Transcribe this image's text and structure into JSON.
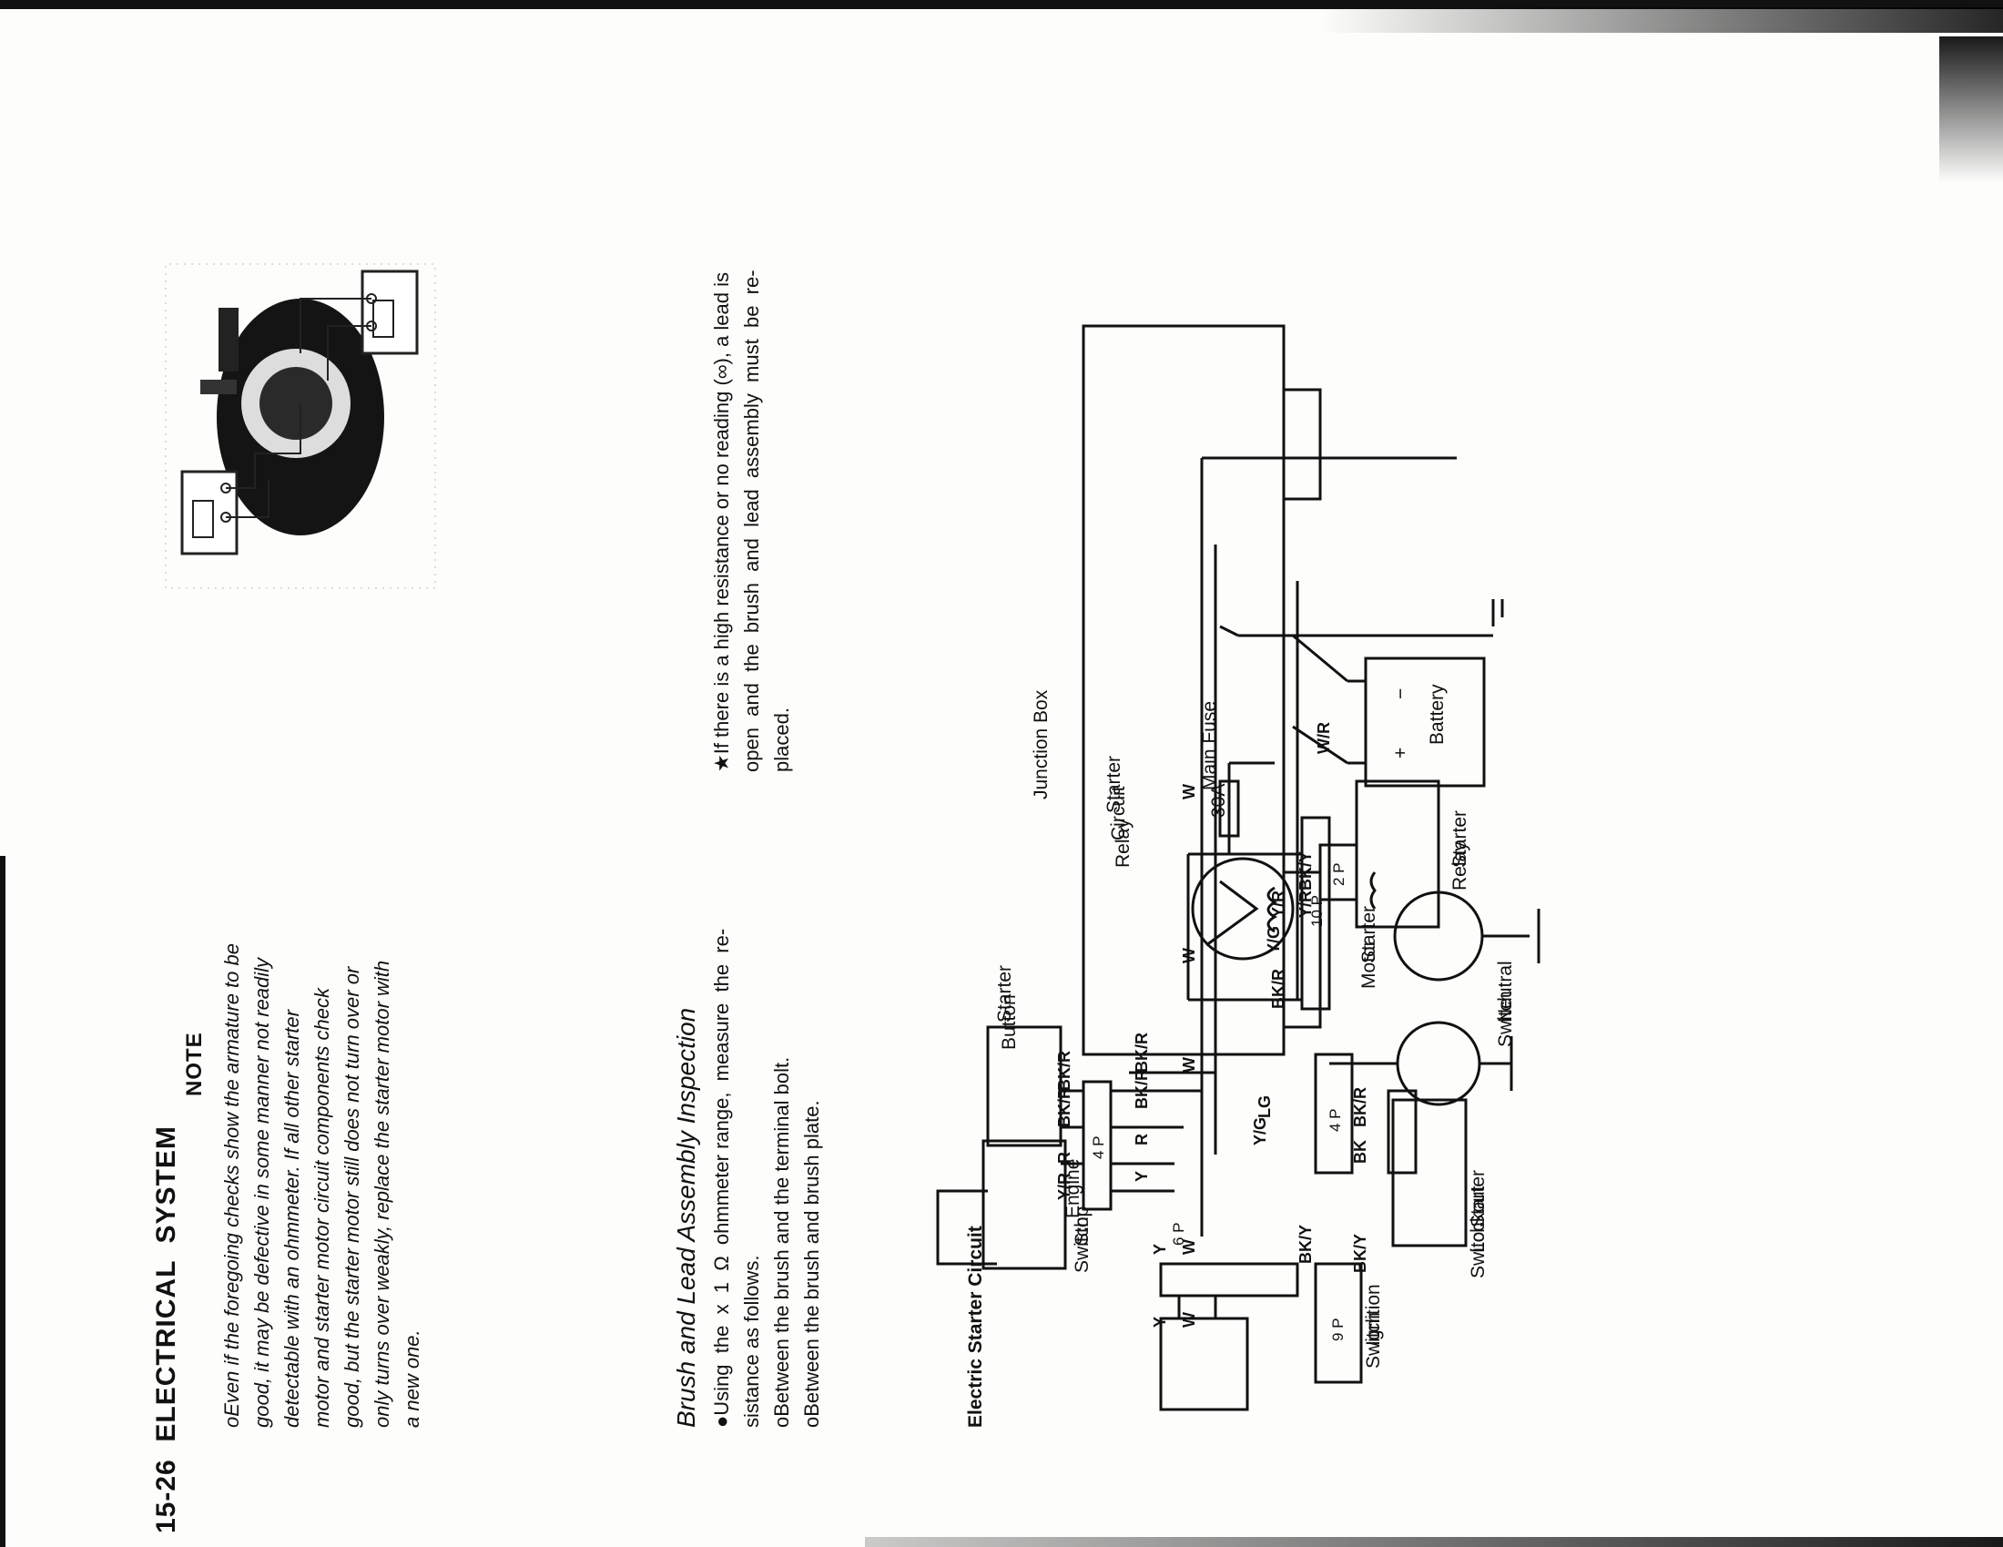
{
  "page": {
    "header": "15-26  ELECTRICAL  SYSTEM",
    "note_title": "NOTE",
    "note_lines": [
      "oEven if the foregoing checks show the armature to be",
      "good, it may be defective in some manner not readily",
      "detectable with an ohmmeter.  If all other starter",
      "motor and starter motor circuit components check",
      "good, but the starter motor still does not turn over or",
      "only turns over weakly, replace the starter motor with",
      "a new one."
    ],
    "section_title": "Brush and Lead Assembly Inspection",
    "section_lines": [
      "●Using  the  x  1  Ω  ohmmeter range,  measure  the  re-",
      "sistance as follows.",
      "oBetween the brush and the terminal bolt.",
      "oBetween the brush and brush plate."
    ],
    "star_lines": [
      "★If there is a high resistance or no reading (∞), a lead is",
      "open  and  the  brush  and  lead  assembly  must  be  re-",
      "placed."
    ],
    "figure_caption": "Electric Starter Circuit"
  },
  "diagram": {
    "components": {
      "junction_box": "Junction Box",
      "starter_circuit_relay": [
        "Starter",
        "Circuit",
        "Relay"
      ],
      "starter_button": [
        "Starter",
        "Button"
      ],
      "engine_stop_switch": [
        "Engine",
        "Stop",
        "Switch"
      ],
      "ignition_switch": [
        "Ignition",
        "Switch"
      ],
      "main_fuse": [
        "Main Fuse",
        "30A"
      ],
      "battery": "Battery",
      "starter_relay": [
        "Starter",
        "Relay"
      ],
      "starter_motor": [
        "Starter",
        "Motor"
      ],
      "neutral_switch": [
        "Neutral",
        "Switch"
      ],
      "starter_lockout_switch": [
        "Starter",
        "Lockout",
        "Switch"
      ]
    },
    "connectors": {
      "c10p": "10 P",
      "c4p_left": "4 P",
      "c6p": "6 P",
      "c2p": "2 P",
      "c4p_right": "4 P",
      "c9p": "9 P"
    },
    "wires": {
      "y_r": "Y/R",
      "y_g": "Y/G",
      "bk_r": "BK/R",
      "w": "W",
      "r": "R",
      "y": "Y",
      "bk_y": "BK/Y",
      "lg": "LG",
      "bk": "BK",
      "w_r": "W/R"
    },
    "battery_plus": "+",
    "battery_minus": "−"
  }
}
